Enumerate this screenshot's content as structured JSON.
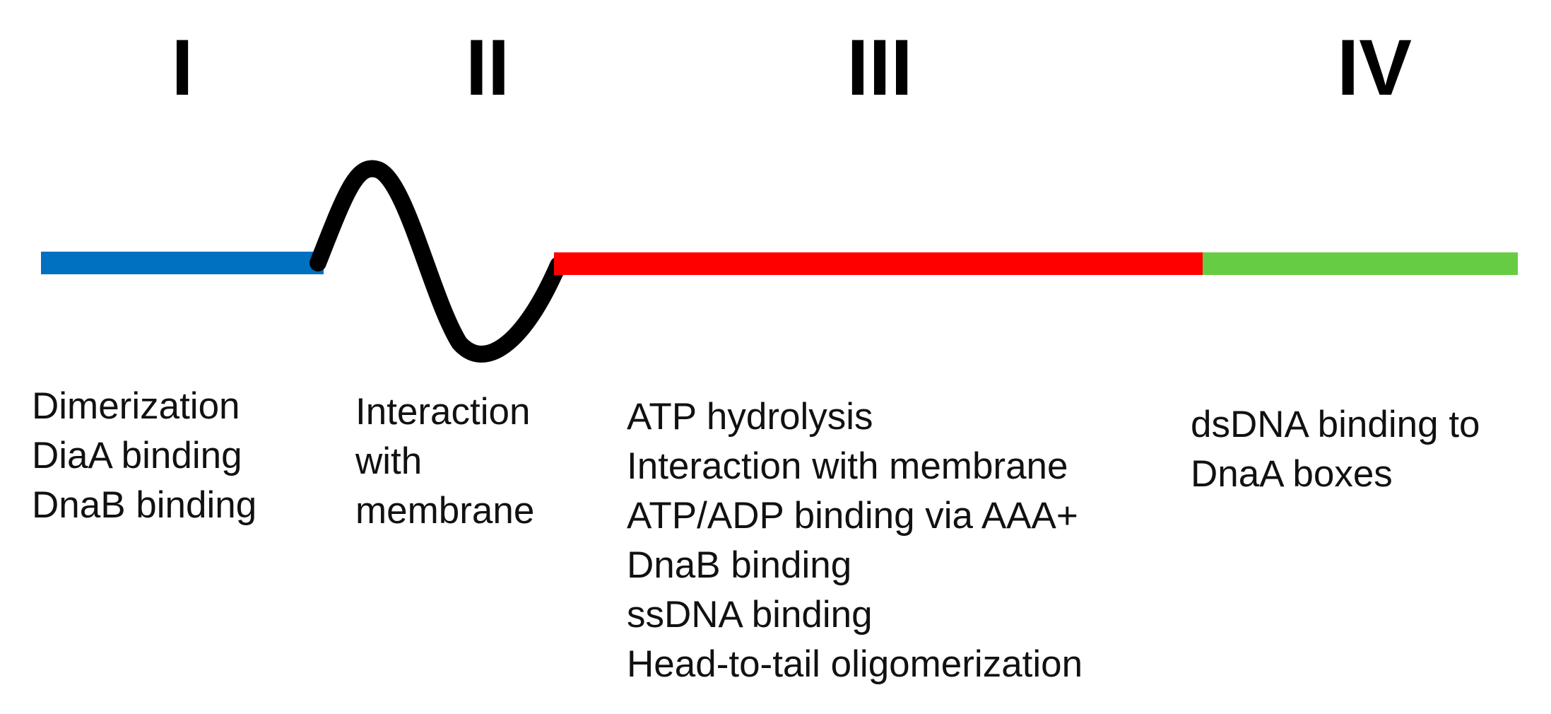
{
  "domains": [
    {
      "numeral": "I",
      "color": "#0070c0",
      "functions": [
        "Dimerization",
        "DiaA binding",
        "DnaB binding"
      ]
    },
    {
      "numeral": "II",
      "color": "#000000",
      "functions": [
        "Interaction",
        "with",
        "membrane"
      ]
    },
    {
      "numeral": "III",
      "color": "#ff0000",
      "functions": [
        "ATP hydrolysis",
        "Interaction with membrane",
        "ATP/ADP binding via AAA+",
        "DnaB binding",
        "ssDNA binding",
        "Head-to-tail oligomerization"
      ]
    },
    {
      "numeral": "IV",
      "color": "#66cc44",
      "functions": [
        "dsDNA binding to",
        "DnaA boxes"
      ]
    }
  ]
}
